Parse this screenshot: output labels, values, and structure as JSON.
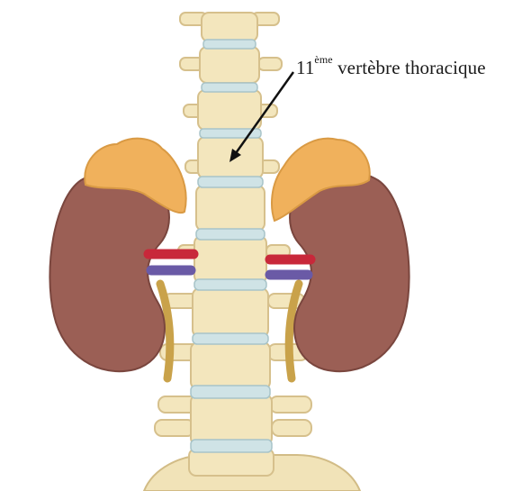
{
  "annotation": {
    "number": "11",
    "superscript": "ème",
    "text": "vertèbre thoracique"
  },
  "colors": {
    "bone": "#f3e6bd",
    "bone_shadow": "#d9c48f",
    "disc": "#cfe3e6",
    "kidney": "#9b5f55",
    "adrenal": "#f0b15c",
    "artery": "#c8283a",
    "vein": "#6a5aa6",
    "ureter": "#c9a24a",
    "arrow": "#111111"
  }
}
